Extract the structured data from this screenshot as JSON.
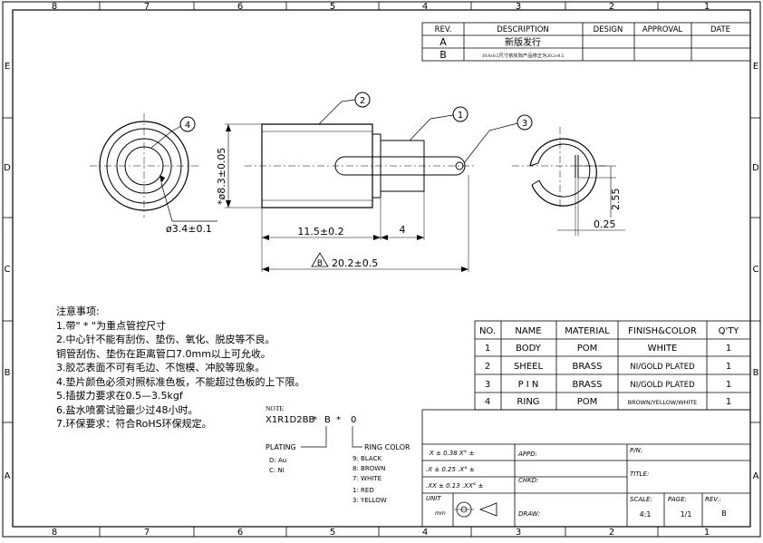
{
  "zones": {
    "top": [
      "8",
      "7",
      "6",
      "5",
      "4",
      "3",
      "2",
      "1"
    ],
    "left": [
      "E",
      "D",
      "C",
      "B",
      "A"
    ]
  },
  "revisions": {
    "headers": {
      "rev": "REV.",
      "desc": "DESCRIPTION",
      "design": "DESIGN",
      "approval": "APPROVAL",
      "date": "DATE"
    },
    "rows": [
      {
        "rev": "A",
        "desc": "新版发行"
      },
      {
        "rev": "B",
        "desc": "19.8±0.5尺寸依实际产品修正为20.2±0.5"
      }
    ]
  },
  "balloons": [
    "1",
    "2",
    "3",
    "4"
  ],
  "dims": {
    "outer_dia": "ø3.4±0.1",
    "body_dia": "*ø8.3±0.05",
    "len_body": "11.5±0.2",
    "len_pin": "4",
    "total_len": "20.2±0.5",
    "total_mark": "B",
    "slot_h": "2.55",
    "slot_w": "0.25"
  },
  "notes": {
    "title": "注意事项:",
    "lines": [
      "1.带\" * \"为重点管控尺寸",
      "2.中心针不能有刮伤、垫伤、氧化、脱皮等不良。",
      "铜管刮伤、垫伤在距离管口7.0mm以上可允收。",
      "3.胶芯表面不可有毛边、不饱模、冲胶等现象。",
      "4.垫片颜色必须对照标准色板，不能超过色板的上下限。",
      "5.插拔力要求在0.5—3.5kgf",
      "6.盐水喷雾试验最少过48小时。",
      "7.环保要求：符合RoHS环保规定。"
    ]
  },
  "part_note": {
    "note_label": "NOTE",
    "code_parts": [
      "X1R1D2BB",
      "*",
      "B",
      "*",
      "0"
    ],
    "plating_label": "PLATING",
    "plating_opts": [
      "D: Au",
      "C: NI"
    ],
    "ring_label": "RING COLOR",
    "ring_opts": [
      "9: BLACK",
      "8: BROWN",
      "7: WHITE",
      "1: RED",
      "3: YELLOW"
    ]
  },
  "bom": {
    "headers": [
      "NO.",
      "NAME",
      "MATERIAL",
      "FINISH&COLOR",
      "Q'TY"
    ],
    "rows": [
      [
        "1",
        "BODY",
        "POM",
        "WHITE",
        "1"
      ],
      [
        "2",
        "SHEEL",
        "BRASS",
        "NI/GOLD PLATED",
        "1"
      ],
      [
        "3",
        "P I N",
        "BRASS",
        "NI/GOLD PLATED",
        "1"
      ],
      [
        "4",
        "RING",
        "POM",
        "BROWN/YELLOW/WHITE",
        "1"
      ]
    ]
  },
  "title_block": {
    "tol1": "X ± 0.38  X° ±",
    "tol2": ".X ± 0.25  .X° ±",
    "tol3": ".XX ± 0.13  .XX° ±",
    "unit_label": "UNIT",
    "unit": "mm",
    "appd": "APPD:",
    "chkd": "CHKD:",
    "draw": "DRAW:",
    "pn": "P/N:",
    "title": "TITLE:",
    "scale_label": "SCALE:",
    "scale": "4:1",
    "page_label": "PAGE:",
    "page": "1/1",
    "rev_label": "REV.:",
    "rev": "B"
  }
}
